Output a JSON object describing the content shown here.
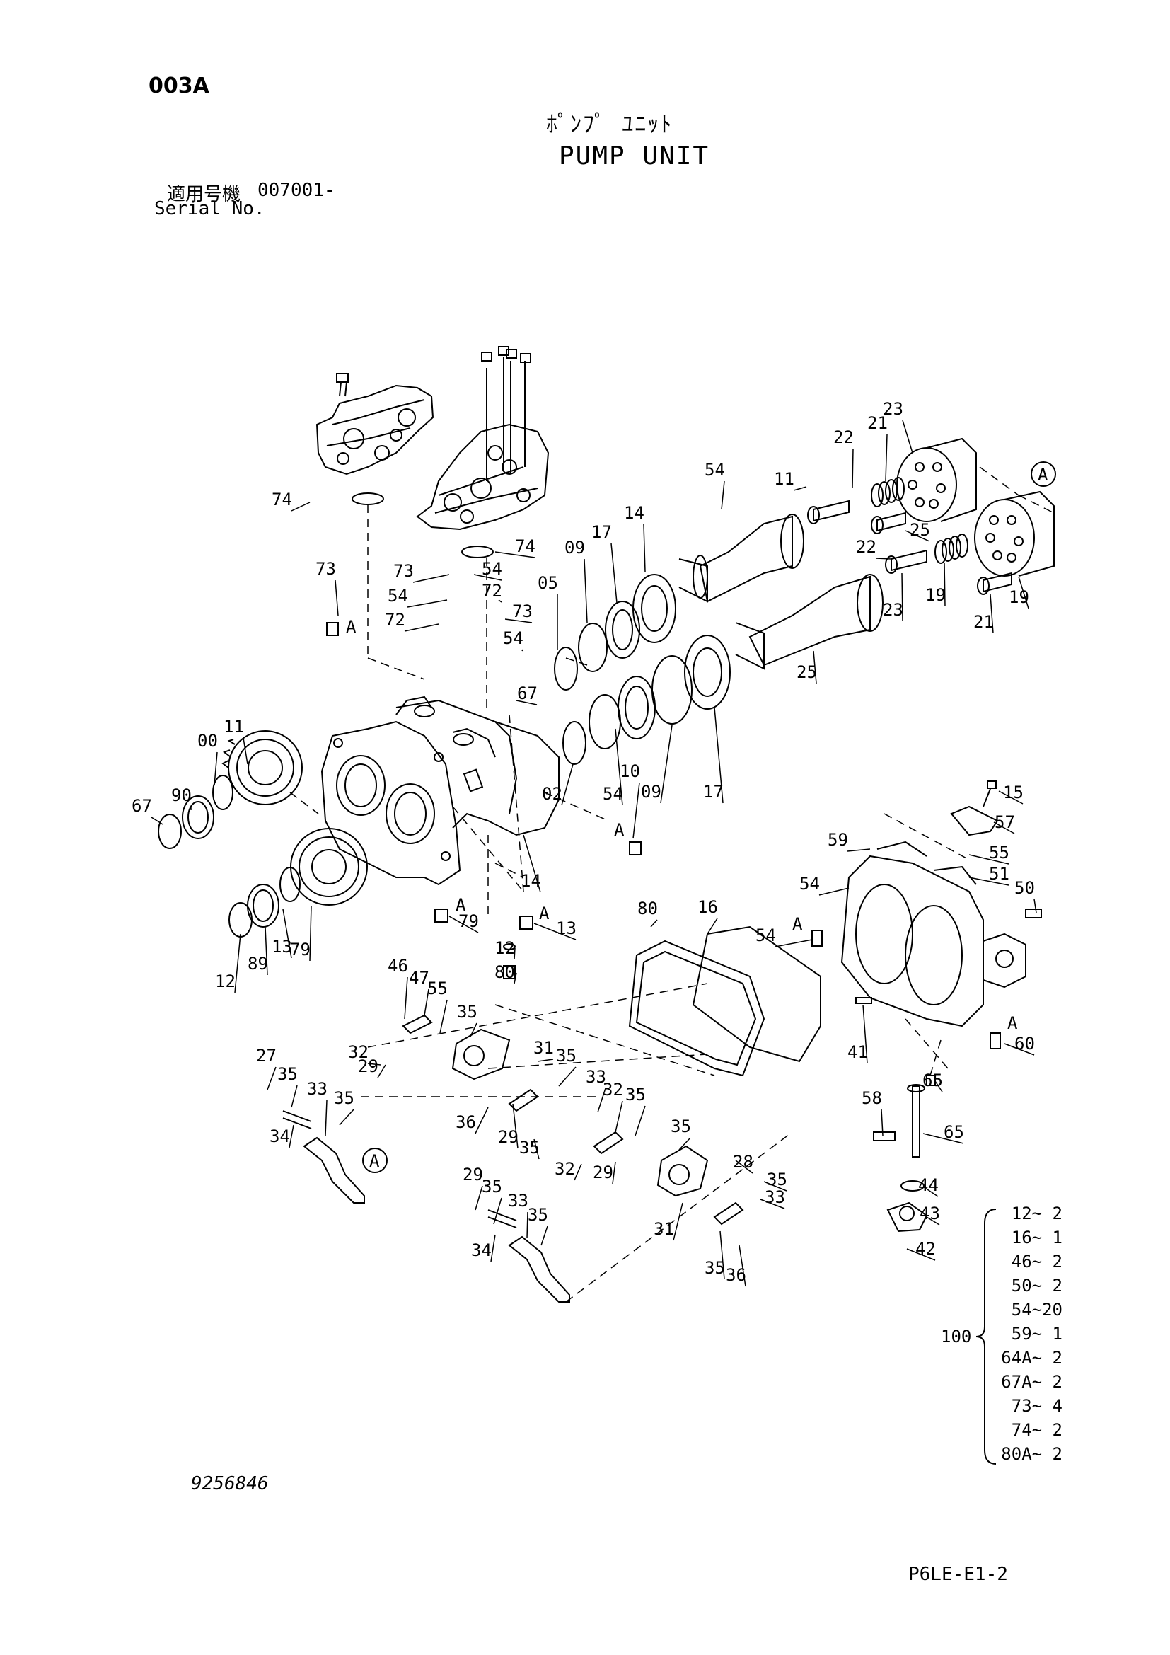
{
  "header": {
    "page_code": "003A",
    "title_jp": "ﾎﾟﾝﾌﾟ ﾕﾆｯﾄ",
    "title_en": "PUMP UNIT",
    "serial_label_jp": "適用号機",
    "serial_value": "007001-",
    "serial_label_en": "Serial No."
  },
  "callouts": [
    "74",
    "74",
    "73",
    "54",
    "73",
    "54",
    "72",
    "72",
    "54",
    "73",
    "67",
    "54",
    "05",
    "09",
    "17",
    "14",
    "11",
    "22",
    "21",
    "23",
    "25",
    "22",
    "19",
    "23",
    "21",
    "19",
    "25",
    "02",
    "54",
    "09",
    "17",
    "14",
    "10",
    "11",
    "00",
    "67",
    "90",
    "79",
    "13",
    "12",
    "89",
    "79",
    "13",
    "12",
    "80",
    "80",
    "16",
    "15",
    "57",
    "59",
    "55",
    "51",
    "54",
    "50",
    "54",
    "41",
    "60",
    "65",
    "58",
    "65",
    "44",
    "43",
    "42",
    "46",
    "47",
    "55",
    "35",
    "32",
    "29",
    "27",
    "35",
    "33",
    "35",
    "34",
    "31",
    "35",
    "36",
    "29",
    "35",
    "33",
    "32",
    "35",
    "35",
    "32",
    "29",
    "28",
    "35",
    "33",
    "29",
    "35",
    "33",
    "35",
    "34",
    "31",
    "35",
    "36",
    "33",
    "32",
    "35"
  ],
  "reference_marks": [
    "A",
    "A",
    "A",
    "A",
    "A",
    "A",
    "A",
    "A"
  ],
  "kit": {
    "number": "100",
    "items": [
      "12~ 2",
      "16~ 1",
      "46~ 2",
      "50~ 2",
      "54~20",
      "59~ 1",
      "64A~ 2",
      "67A~ 2",
      "73~ 4",
      "74~ 2",
      "80A~ 2"
    ]
  },
  "footer": {
    "catalog_number": "9256846",
    "sheet_id": "P6LE-E1-2"
  }
}
